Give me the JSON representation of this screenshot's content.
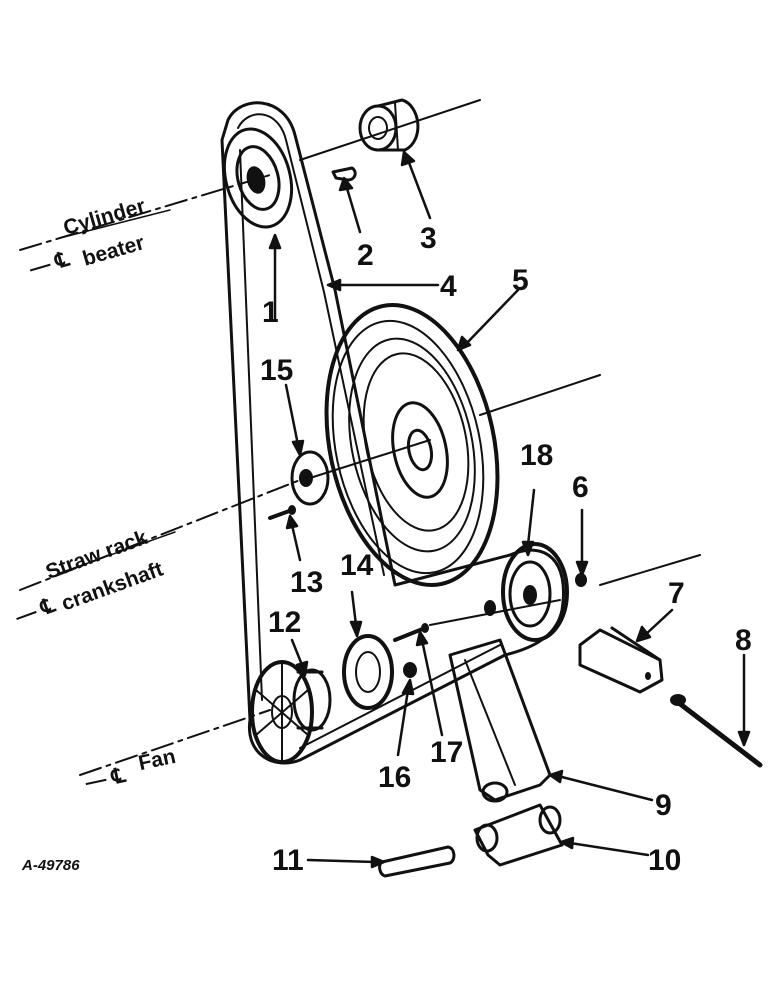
{
  "callouts": {
    "c1": "1",
    "c2": "2",
    "c3": "3",
    "c4": "4",
    "c5": "5",
    "c6": "6",
    "c7": "7",
    "c8": "8",
    "c9": "9",
    "c10": "10",
    "c11": "11",
    "c12": "12",
    "c13": "13",
    "c14": "14",
    "c15": "15",
    "c16": "16",
    "c17": "17",
    "c18": "18"
  },
  "centerlines": {
    "cylinder_prefix": "— ℄",
    "cylinder_top": "Cylinder",
    "cylinder_bottom": "beater",
    "straw_prefix": "— ℄",
    "straw_top": "Straw rack",
    "straw_bottom": "crankshaft",
    "fan_prefix": "— ℄",
    "fan": "Fan"
  },
  "reference": "A-49786"
}
